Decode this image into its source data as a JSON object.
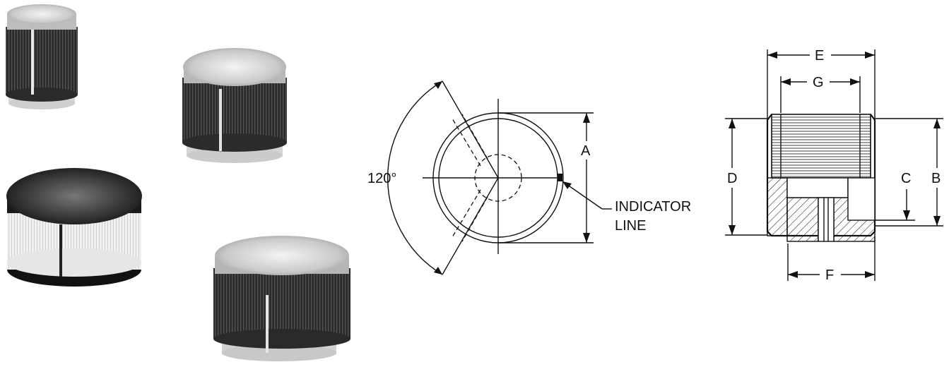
{
  "top_view": {
    "angle_label": "120°",
    "dim_a": "A",
    "indicator_line_1": "INDICATOR",
    "indicator_line_2": "LINE"
  },
  "section_view": {
    "dim_e": "E",
    "dim_g": "G",
    "dim_d": "D",
    "dim_c": "C",
    "dim_b": "B",
    "dim_f": "F"
  }
}
